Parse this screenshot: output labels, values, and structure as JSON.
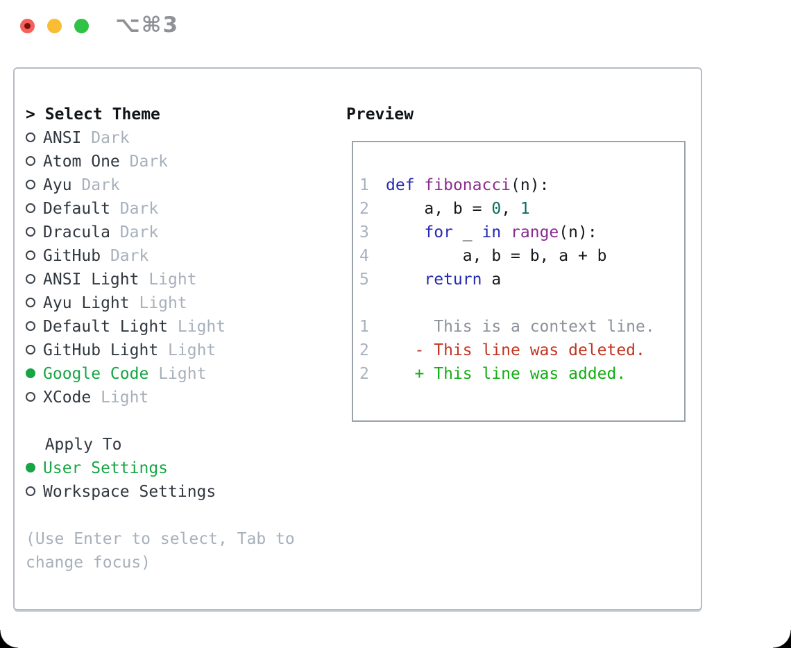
{
  "window": {
    "title": "⌥⌘3",
    "controls": [
      {
        "name": "close-button",
        "color": "#f5605a",
        "inner_dot": "#7c0e0a"
      },
      {
        "name": "minimize-button",
        "color": "#f9bc33"
      },
      {
        "name": "zoom-button",
        "color": "#30c244"
      }
    ]
  },
  "theme_panel": {
    "header_marker": ">",
    "header": "Select Theme",
    "themes": [
      {
        "name": "ANSI",
        "variant": "Dark",
        "selected": false
      },
      {
        "name": "Atom One",
        "variant": "Dark",
        "selected": false
      },
      {
        "name": "Ayu",
        "variant": "Dark",
        "selected": false
      },
      {
        "name": "Default",
        "variant": "Dark",
        "selected": false
      },
      {
        "name": "Dracula",
        "variant": "Dark",
        "selected": false
      },
      {
        "name": "GitHub",
        "variant": "Dark",
        "selected": false
      },
      {
        "name": "ANSI Light",
        "variant": "Light",
        "selected": false
      },
      {
        "name": "Ayu Light",
        "variant": "Light",
        "selected": false
      },
      {
        "name": "Default Light",
        "variant": "Light",
        "selected": false
      },
      {
        "name": "GitHub Light",
        "variant": "Light",
        "selected": false
      },
      {
        "name": "Google Code",
        "variant": "Light",
        "selected": true
      },
      {
        "name": "XCode",
        "variant": "Light",
        "selected": false
      }
    ],
    "apply_to": {
      "header": "Apply To",
      "options": [
        {
          "label": "User Settings",
          "selected": true
        },
        {
          "label": "Workspace Settings",
          "selected": false
        }
      ]
    },
    "hint": "(Use Enter to select, Tab to change focus)"
  },
  "preview": {
    "header": "Preview",
    "code_lines": [
      {
        "num": "1",
        "tokens": [
          {
            "t": "def",
            "c": "kwd"
          },
          {
            "t": " ",
            "c": "pln"
          },
          {
            "t": "fibonacci",
            "c": "typ"
          },
          {
            "t": "(n):",
            "c": "pln"
          }
        ]
      },
      {
        "num": "2",
        "tokens": [
          {
            "t": "    a, b = ",
            "c": "pln"
          },
          {
            "t": "0",
            "c": "lit"
          },
          {
            "t": ", ",
            "c": "pln"
          },
          {
            "t": "1",
            "c": "lit"
          }
        ]
      },
      {
        "num": "3",
        "tokens": [
          {
            "t": "    ",
            "c": "pln"
          },
          {
            "t": "for",
            "c": "kwd"
          },
          {
            "t": " _ ",
            "c": "pln"
          },
          {
            "t": "in",
            "c": "kwd"
          },
          {
            "t": " ",
            "c": "pln"
          },
          {
            "t": "range",
            "c": "typ"
          },
          {
            "t": "(n):",
            "c": "pln"
          }
        ]
      },
      {
        "num": "4",
        "tokens": [
          {
            "t": "        a, b = b, a + b",
            "c": "pln"
          }
        ]
      },
      {
        "num": "5",
        "tokens": [
          {
            "t": "    ",
            "c": "pln"
          },
          {
            "t": "return",
            "c": "kwd"
          },
          {
            "t": " a",
            "c": "pln"
          }
        ]
      }
    ],
    "diff_lines": [
      {
        "num": "1",
        "kind": "context",
        "text": "     This is a context line."
      },
      {
        "num": "2",
        "kind": "deleted",
        "text": "   - This line was deleted."
      },
      {
        "num": "2",
        "kind": "added",
        "text": "   + This line was added."
      }
    ]
  },
  "colors": {
    "accent_green": "#17a546",
    "name_dark": "#30373f",
    "muted": "#a7b0bb",
    "header": "#101317",
    "panel_border": "#b6bcc5",
    "box_border": "#99a1aa",
    "num": "#a7b1bd",
    "pln": "#17191d",
    "kwd": "#2429b4",
    "typ": "#8a2b8f",
    "lit": "#0d6e5e",
    "ctx": "#8b9199",
    "del": "#c2331f",
    "add": "#12ae12",
    "title_gray": "#8f9196"
  }
}
